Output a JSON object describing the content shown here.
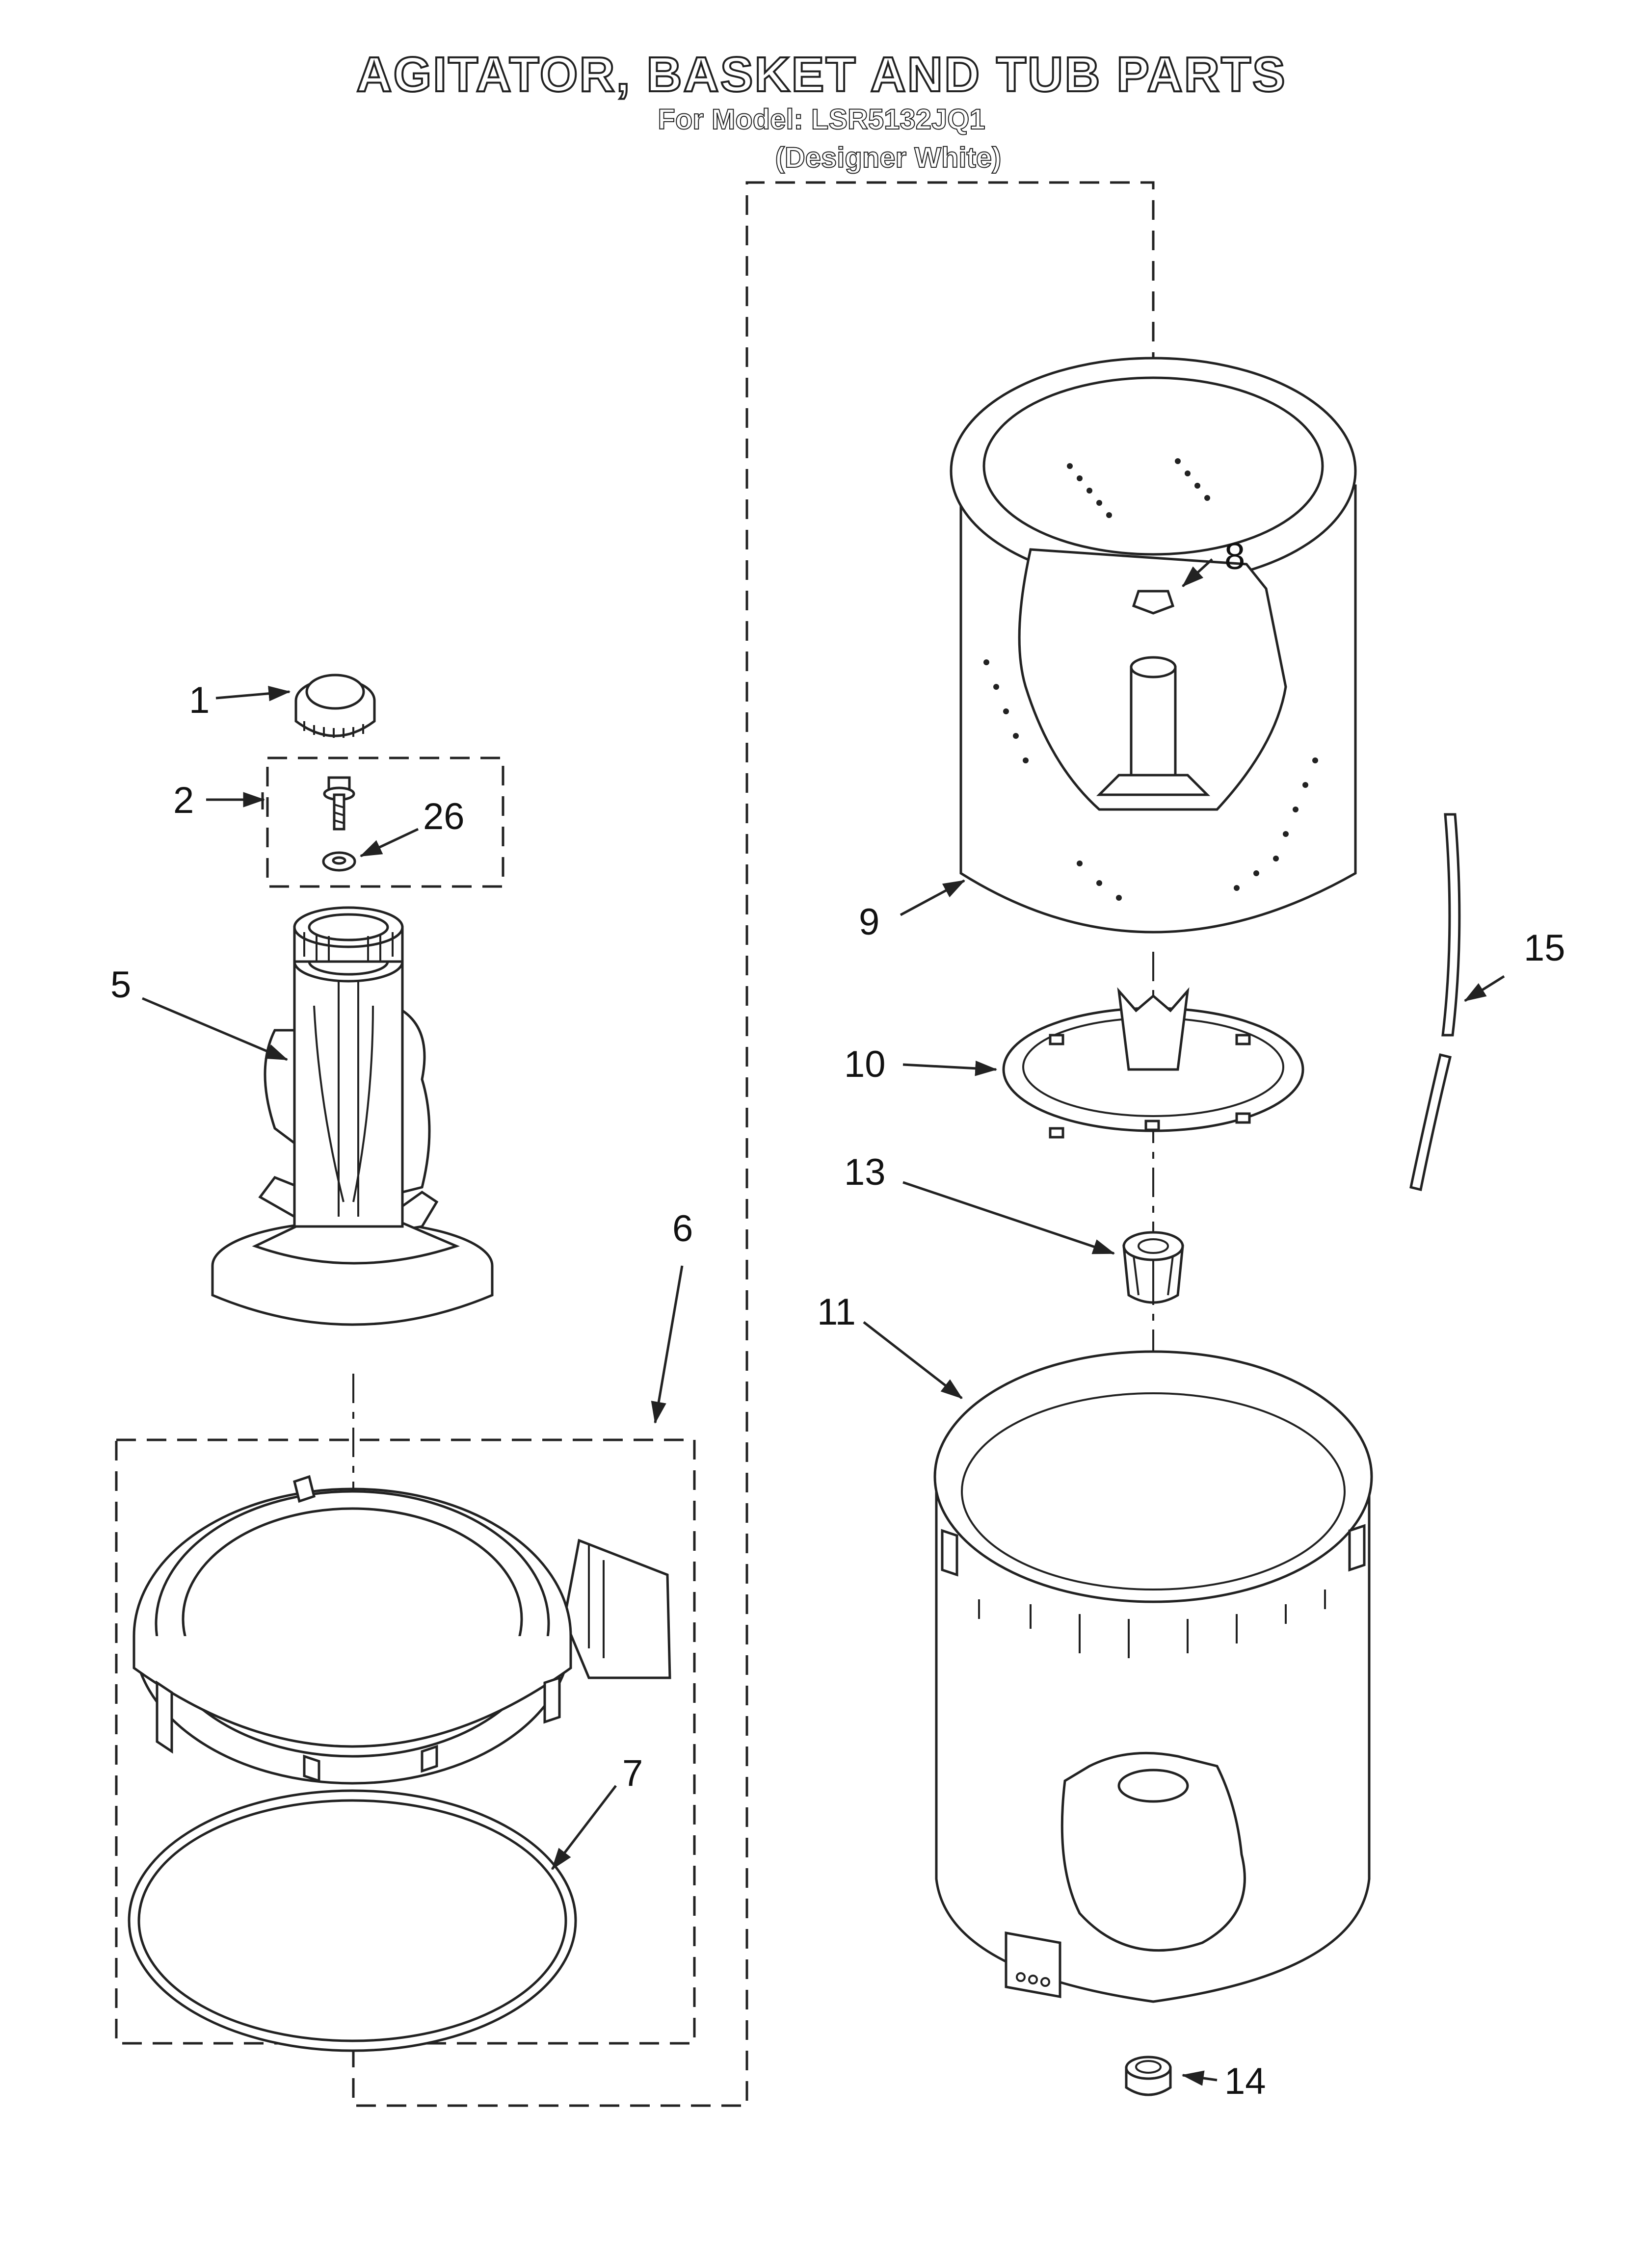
{
  "title": "AGITATOR, BASKET AND TUB PARTS",
  "model_line": "For Model: LSR5132JQ1",
  "variant": "(Designer White)",
  "callouts": [
    {
      "id": "1",
      "label": "1"
    },
    {
      "id": "2",
      "label": "2"
    },
    {
      "id": "26",
      "label": "26"
    },
    {
      "id": "5",
      "label": "5"
    },
    {
      "id": "6",
      "label": "6"
    },
    {
      "id": "7",
      "label": "7"
    },
    {
      "id": "8",
      "label": "8"
    },
    {
      "id": "9",
      "label": "9"
    },
    {
      "id": "10",
      "label": "10"
    },
    {
      "id": "11",
      "label": "11"
    },
    {
      "id": "13",
      "label": "13"
    },
    {
      "id": "14",
      "label": "14"
    },
    {
      "id": "15",
      "label": "15"
    }
  ]
}
